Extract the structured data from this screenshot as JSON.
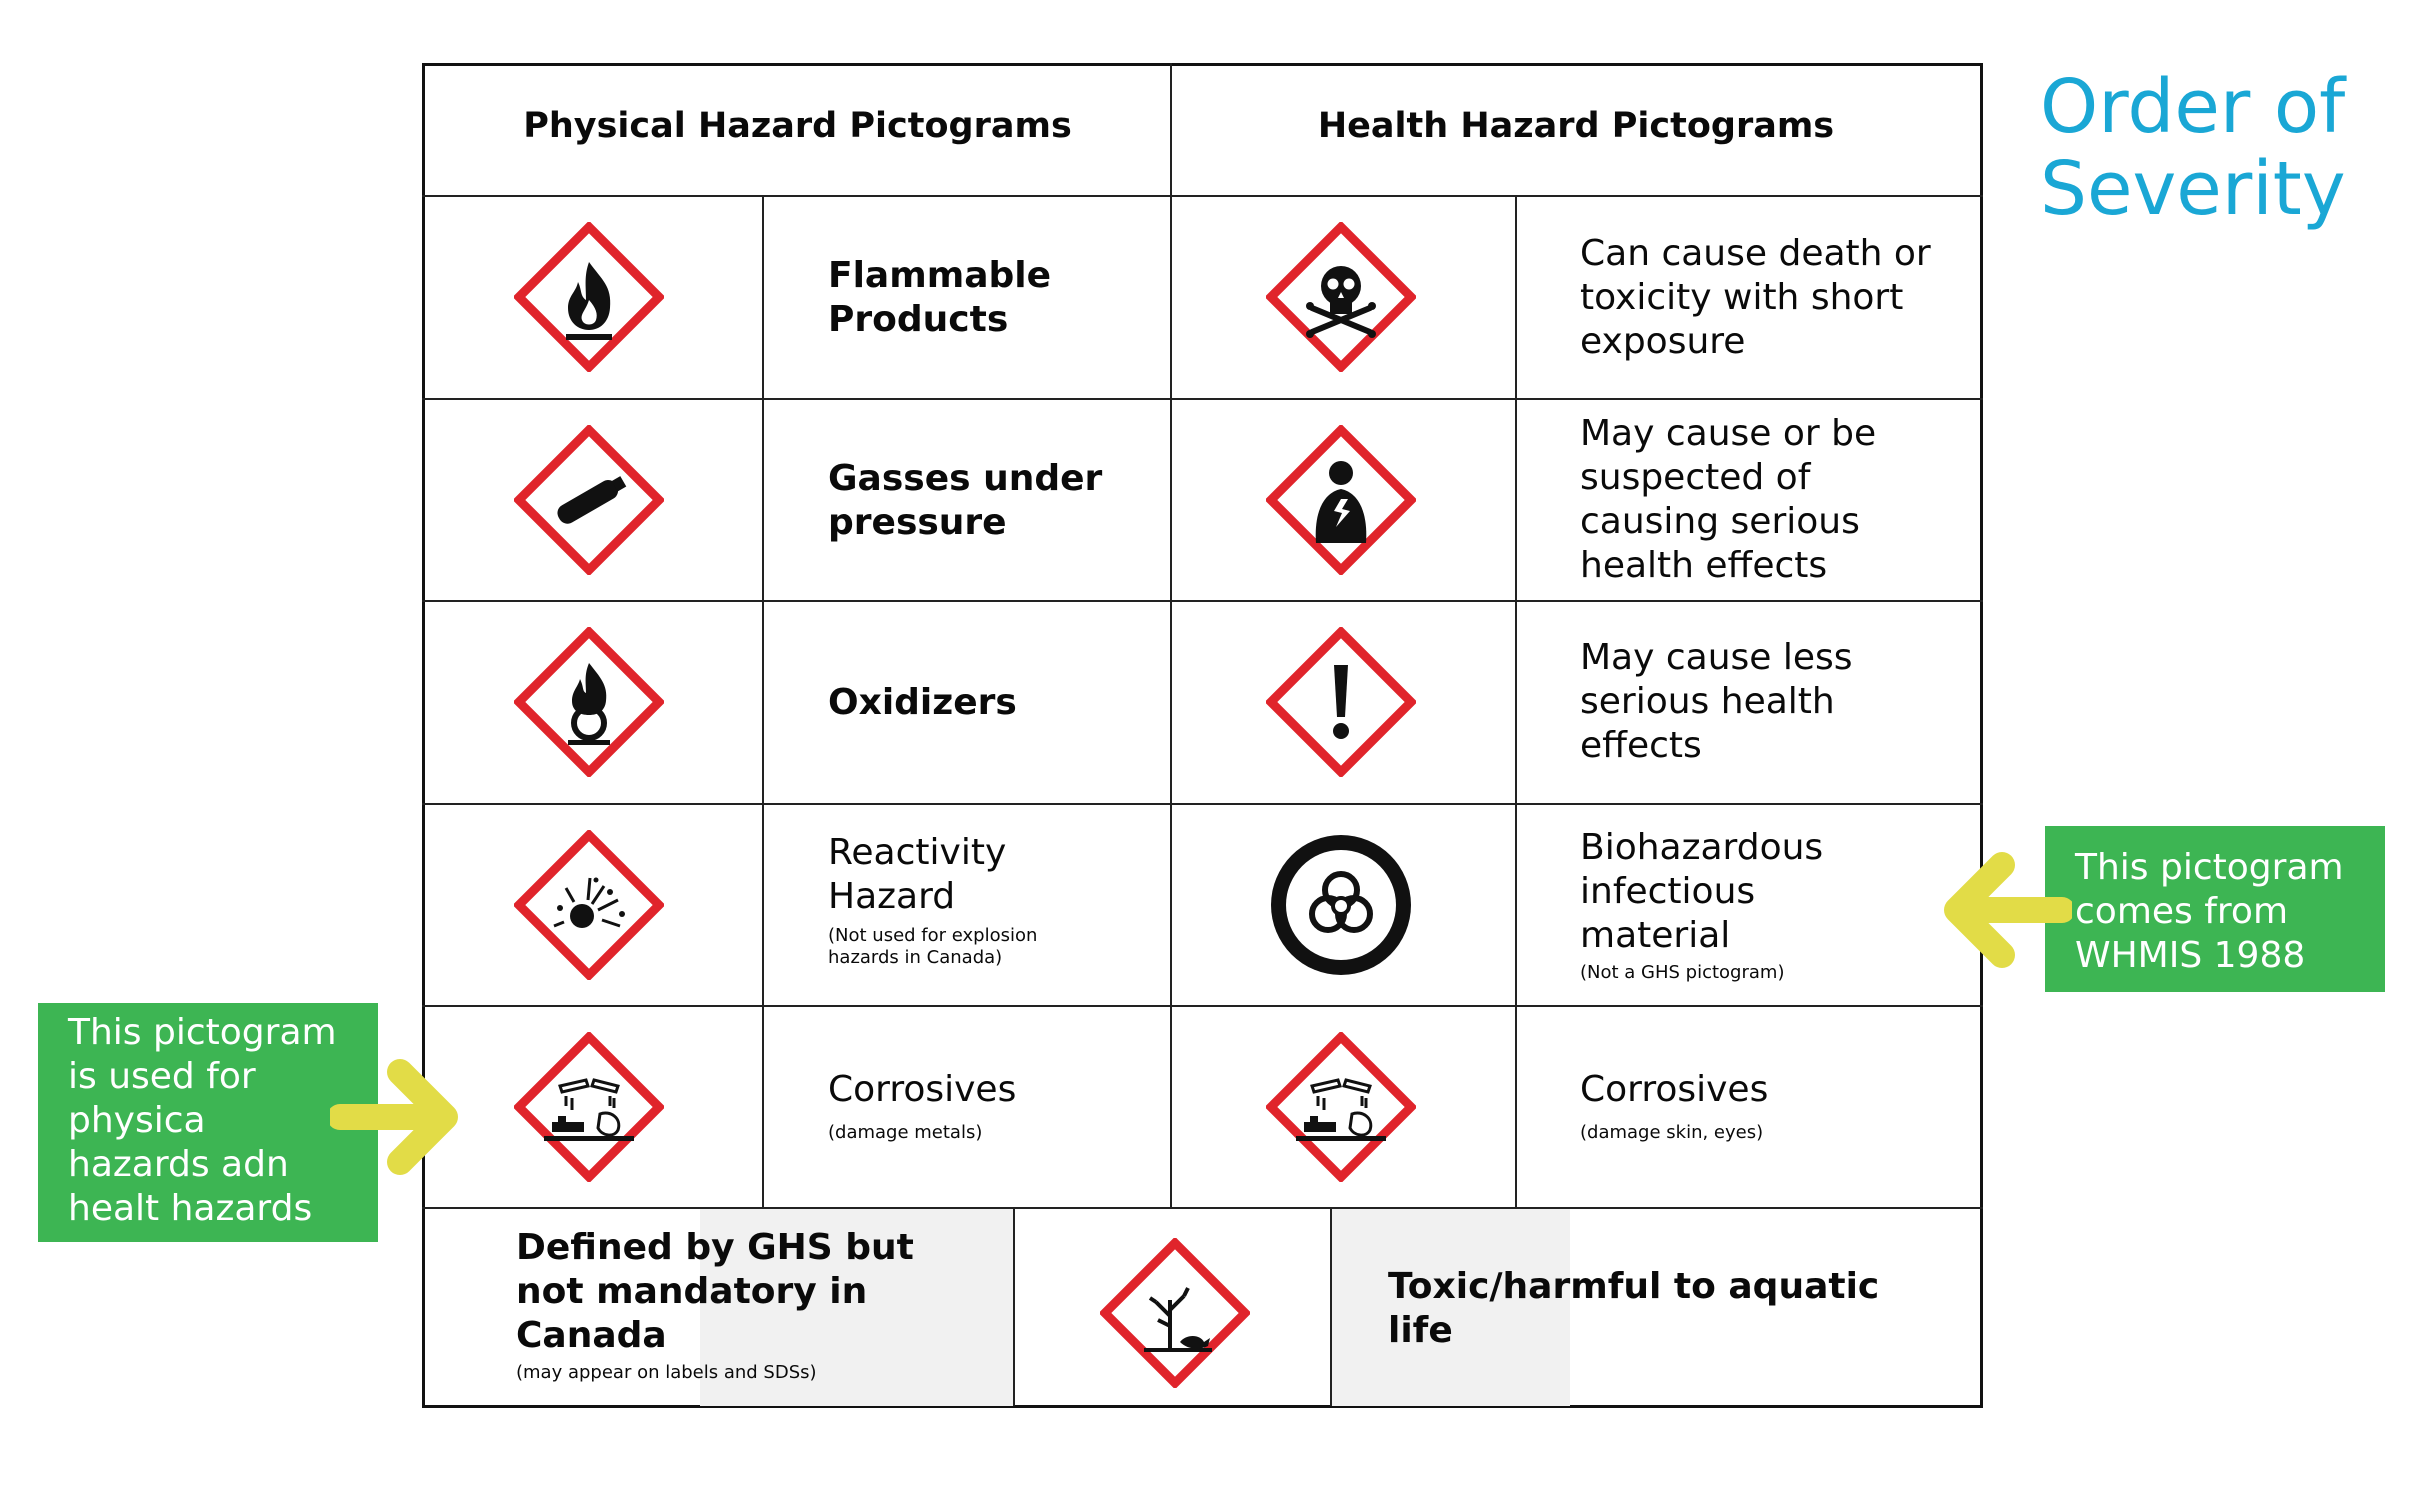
{
  "title": "Order of Severity",
  "headers": {
    "physical": "Physical Hazard Pictograms",
    "health": "Health Hazard Pictograms"
  },
  "physical_rows": [
    {
      "label": "Flammable Products",
      "note": "",
      "icon": "flame-icon"
    },
    {
      "label": "Gasses under pressure",
      "note": "",
      "icon": "gas-cylinder-icon"
    },
    {
      "label": "Oxidizers",
      "note": "",
      "icon": "flame-over-circle-icon"
    },
    {
      "label": "Reactivity Hazard",
      "note": "(Not used for explosion hazards in Canada)",
      "icon": "exploding-bomb-icon"
    },
    {
      "label": "Corrosives",
      "note": "(damage metals)",
      "icon": "corrosion-icon"
    }
  ],
  "health_rows": [
    {
      "label": "Can cause death or toxicity with short exposure",
      "note": "",
      "icon": "skull-crossbones-icon"
    },
    {
      "label": "May cause or be suspected of causing serious health effects",
      "note": "",
      "icon": "health-hazard-icon"
    },
    {
      "label": "May cause less serious health effects",
      "note": "",
      "icon": "exclamation-mark-icon"
    },
    {
      "label": "Biohazardous infectious material",
      "note": "(Not a GHS pictogram)",
      "icon": "biohazard-icon"
    },
    {
      "label": "Corrosives",
      "note": "(damage skin, eyes)",
      "icon": "corrosion-icon"
    }
  ],
  "bottom_row": {
    "label": "Defined by GHS but not mandatory in Canada",
    "note": "(may appear on labels and SDSs)",
    "aquatic_label": "Toxic/harmful to aquatic life",
    "icon": "environment-icon"
  },
  "callouts": {
    "left": "This pictogram is used for physica hazards adn healt hazards",
    "right": "This pictogram comes from WHMIS 1988"
  },
  "colors": {
    "ghs_red": "#e0242b",
    "title_blue": "#1aa7d5",
    "callout_green": "#3db553",
    "arrow_yellow": "#e2dc47"
  }
}
